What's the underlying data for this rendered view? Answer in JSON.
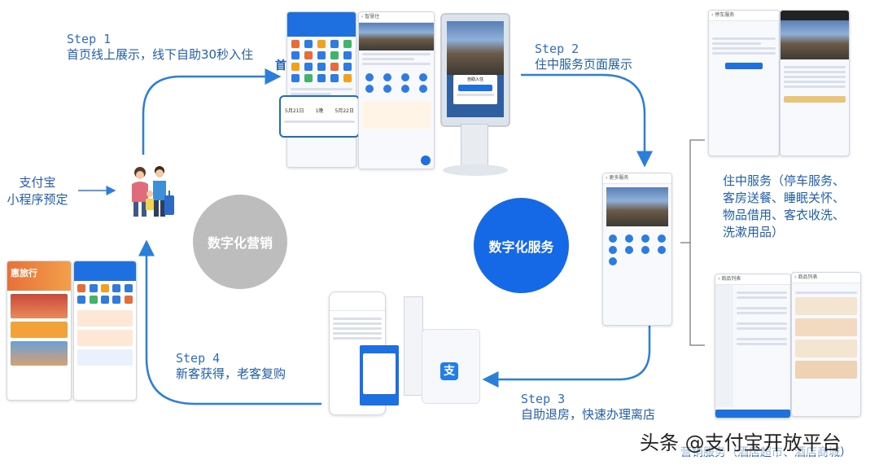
{
  "steps": [
    {
      "label": "Step 1",
      "desc": "首页线上展示，线下自助30秒入住"
    },
    {
      "label": "Step 2",
      "desc": "住中服务页面展示"
    },
    {
      "label": "Step 3",
      "desc": "自助退房，快速办理离店"
    },
    {
      "label": "Step 4",
      "desc": "新客获得，老客复购"
    }
  ],
  "left_label": "支付宝\n小程序预定",
  "left_label_lines": [
    "支付宝",
    "小程序预定"
  ],
  "circles": {
    "marketing": "数字化营销",
    "service": "数字化服务"
  },
  "service_list_lines": [
    "住中服务（停车服务、",
    "客房送餐、睡眠关怀、",
    "物品借用、客衣收洗、",
    "洗漱用品）"
  ],
  "bottom_right_text": "营销服务（酒店超市、酒店商城）",
  "watermark": "头条 @支付宝开放平台",
  "screens": {
    "step1_phone_dates": [
      "5月21日",
      "1晚",
      "5月22日"
    ],
    "step1_partial_char": "首",
    "kiosk_title": "自助入住",
    "service_phone_title": "更多服务",
    "shop_title": "商品列表",
    "left_promo_title": "惠旅行"
  },
  "colors": {
    "accent": "#1f5fb5",
    "arrow": "#2a7fd8",
    "marketing_circle": "#bdbdbd",
    "service_circle": "#1669e6"
  }
}
